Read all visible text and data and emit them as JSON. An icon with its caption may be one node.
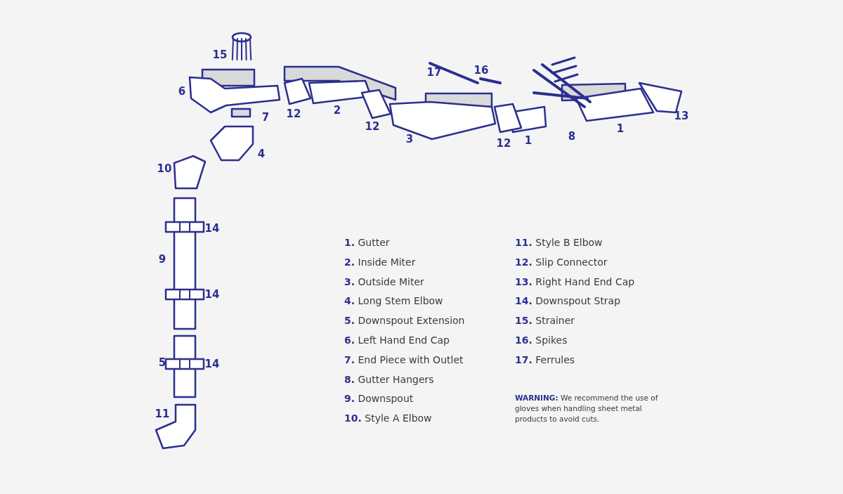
{
  "diagram": {
    "labels": [
      "15",
      "17",
      "16",
      "6",
      "12",
      "2",
      "7",
      "12",
      "13",
      "3",
      "12",
      "1",
      "8",
      "1",
      "4",
      "10",
      "14",
      "9",
      "14",
      "5",
      "14",
      "11",
      "**1.** Gutter",
      "**2.** Inside Miter",
      "**3.** Outside Miter",
      "**4.** Long Stem Elbow",
      "**5.** Downspout Extension",
      "**6.** Left Hand End Cap",
      "**7.** End Piece with Outlet",
      "**8.** Gutter Hangers",
      "**9.** Downspout",
      "**10.** Style A Elbow",
      "**11.** Style B Elbow",
      "**12.** Slip Connector",
      "**13.** Right Hand End Cap",
      "**14.** Downspout Strap",
      "**15.** Strainer",
      "**16.** Spikes",
      "**17.** Ferrules",
      "**WARNING:** We recommend the use of gloves when handling sheet metal products to avoid cuts."
    ]
  }
}
